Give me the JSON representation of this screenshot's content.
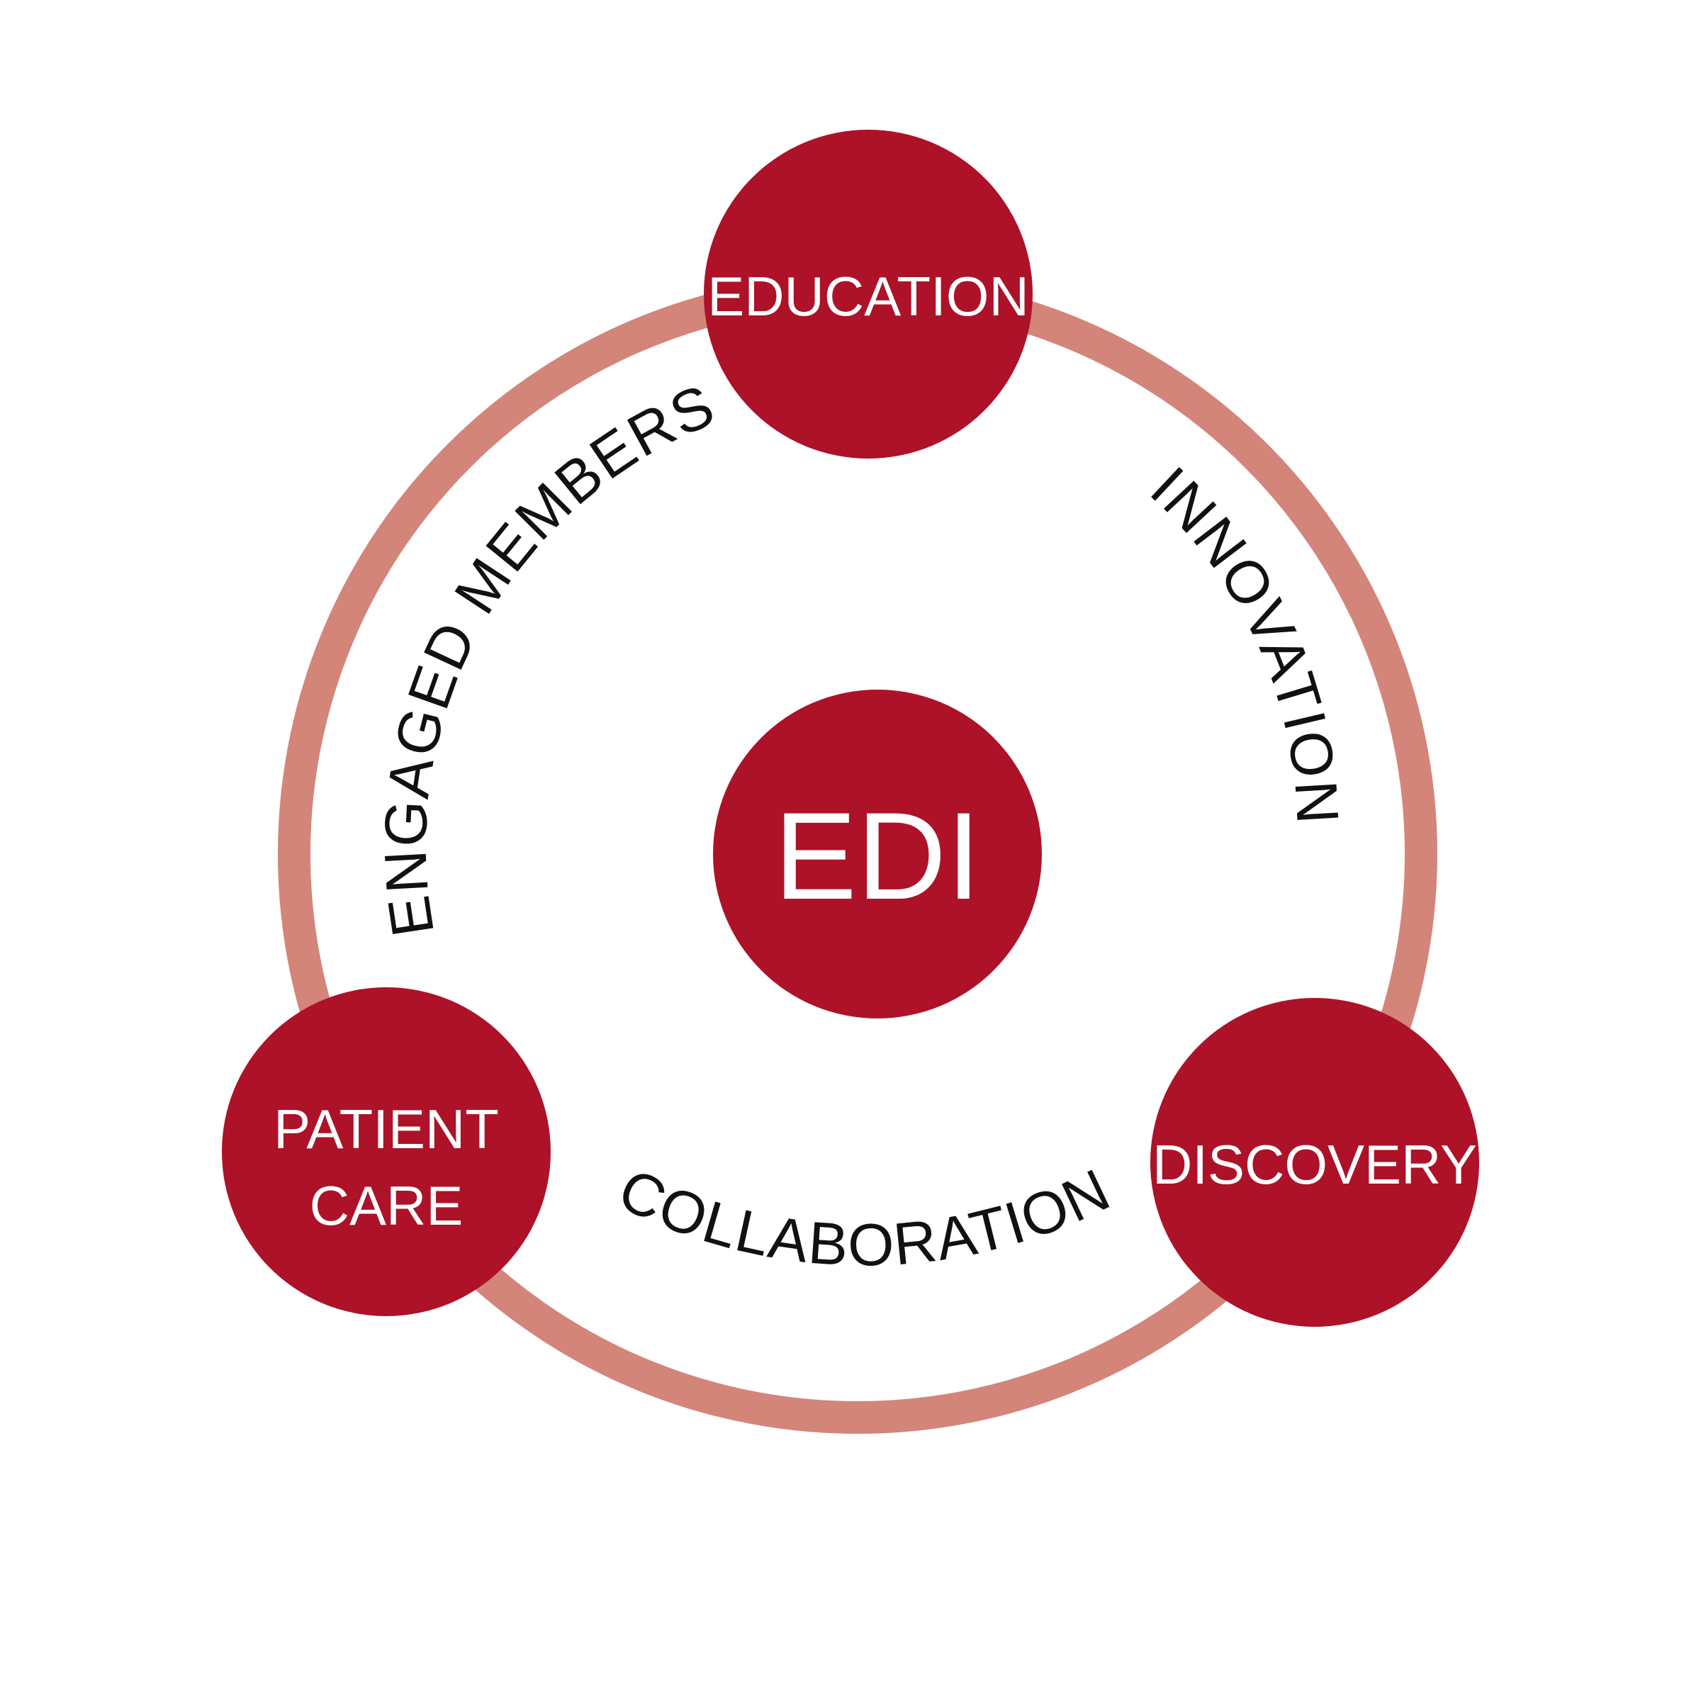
{
  "colors": {
    "ring": "#d3857a",
    "node_fill": "#ad1228",
    "node_text": "#ffffff",
    "arc_text": "#111111",
    "background": "#ffffff"
  },
  "center": {
    "label": "EDI"
  },
  "nodes": {
    "education": "EDUCATION",
    "discovery": "DISCOVERY",
    "patient_care_line1": "PATIENT",
    "patient_care_line2": "CARE"
  },
  "arc_labels": {
    "engaged_members": "ENGAGED MEMBERS",
    "innovation": "INNOVATION",
    "collaboration": "COLLABORATION"
  }
}
